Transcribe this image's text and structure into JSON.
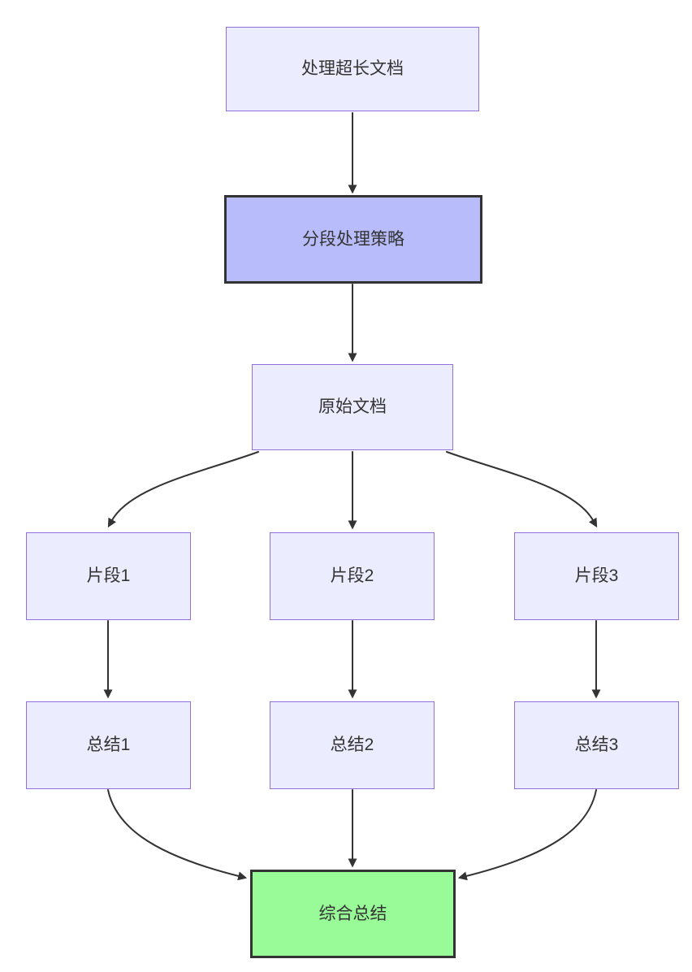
{
  "diagram": {
    "type": "flowchart",
    "direction": "top-down",
    "colors": {
      "background": "#ffffff",
      "node_fill": "#ECECFF",
      "node_border": "#9370DB",
      "emphasis_fill": "#b8bcfa",
      "emphasis_border": "#333333",
      "result_fill": "#98fb98",
      "result_border": "#333333",
      "edge_color": "#333333",
      "text_color": "#333333"
    },
    "nodes": [
      {
        "id": "A",
        "label": "处理超长文档",
        "style": "default"
      },
      {
        "id": "B",
        "label": "分段处理策略",
        "style": "emphasis"
      },
      {
        "id": "C",
        "label": "原始文档",
        "style": "default"
      },
      {
        "id": "D1",
        "label": "片段1",
        "style": "default"
      },
      {
        "id": "D2",
        "label": "片段2",
        "style": "default"
      },
      {
        "id": "D3",
        "label": "片段3",
        "style": "default"
      },
      {
        "id": "E1",
        "label": "总结1",
        "style": "default"
      },
      {
        "id": "E2",
        "label": "总结2",
        "style": "default"
      },
      {
        "id": "E3",
        "label": "总结3",
        "style": "default"
      },
      {
        "id": "F",
        "label": "综合总结",
        "style": "result"
      }
    ],
    "edges": [
      {
        "from": "A",
        "to": "B"
      },
      {
        "from": "B",
        "to": "C"
      },
      {
        "from": "C",
        "to": "D1"
      },
      {
        "from": "C",
        "to": "D2"
      },
      {
        "from": "C",
        "to": "D3"
      },
      {
        "from": "D1",
        "to": "E1"
      },
      {
        "from": "D2",
        "to": "E2"
      },
      {
        "from": "D3",
        "to": "E3"
      },
      {
        "from": "E1",
        "to": "F"
      },
      {
        "from": "E2",
        "to": "F"
      },
      {
        "from": "E3",
        "to": "F"
      }
    ]
  }
}
